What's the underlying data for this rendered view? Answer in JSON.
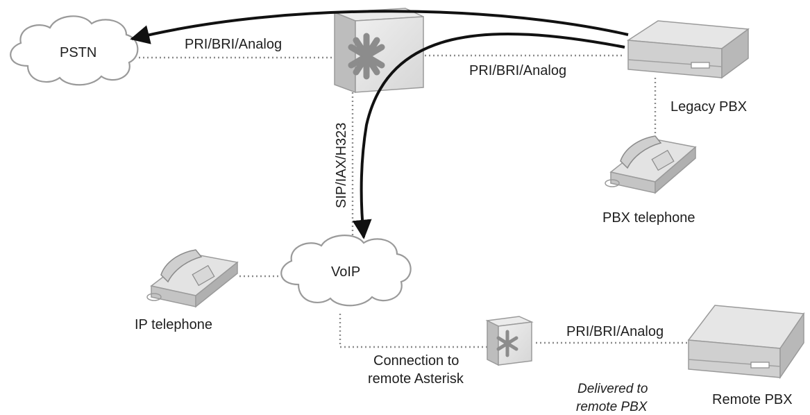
{
  "clouds": {
    "pstn": "PSTN",
    "voip": "VoIP"
  },
  "links": {
    "pstn_to_asterisk": "PRI/BRI/Analog",
    "asterisk_to_legacy": "PRI/BRI/Analog",
    "asterisk_to_voip": "SIP/IAX/H323",
    "remote_asterisk_to_remote_pbx": "PRI/BRI/Analog"
  },
  "devices": {
    "legacy_pbx": "Legacy PBX",
    "pbx_telephone": "PBX telephone",
    "ip_telephone": "IP telephone",
    "remote_pbx": "Remote PBX"
  },
  "notes": {
    "connection_line1": "Connection to",
    "connection_line2": "remote Asterisk",
    "delivered_line1": "Delivered to",
    "delivered_line2": "remote PBX"
  },
  "colors": {
    "device_light": "#e4e4e4",
    "device_mid": "#c9c9c9",
    "device_dark": "#a9a9a9",
    "line": "#8a8a8a",
    "arrow": "#111111"
  }
}
